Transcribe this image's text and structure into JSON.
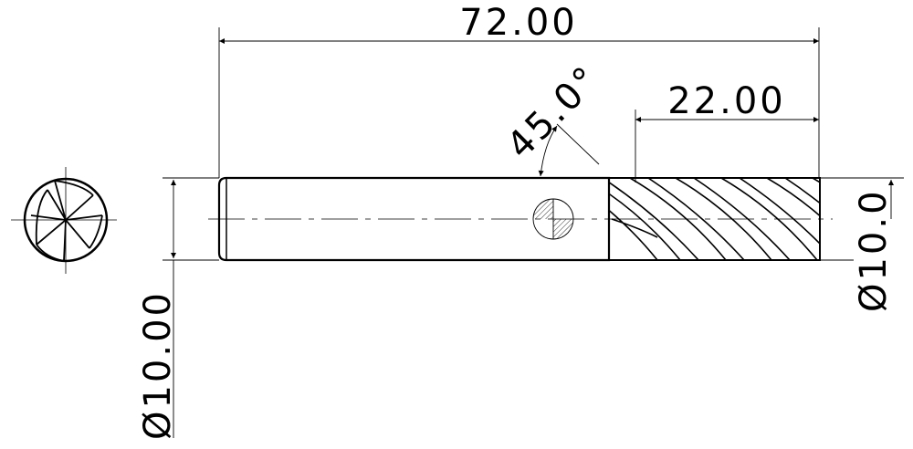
{
  "drawing": {
    "overall_length": "72.00",
    "flute_length": "22.00",
    "helix_angle": "45.0°",
    "shank_diameter": "Ø10.00",
    "cutter_diameter": "Ø10.0"
  },
  "colors": {
    "line": "#000000",
    "background": "#ffffff"
  }
}
